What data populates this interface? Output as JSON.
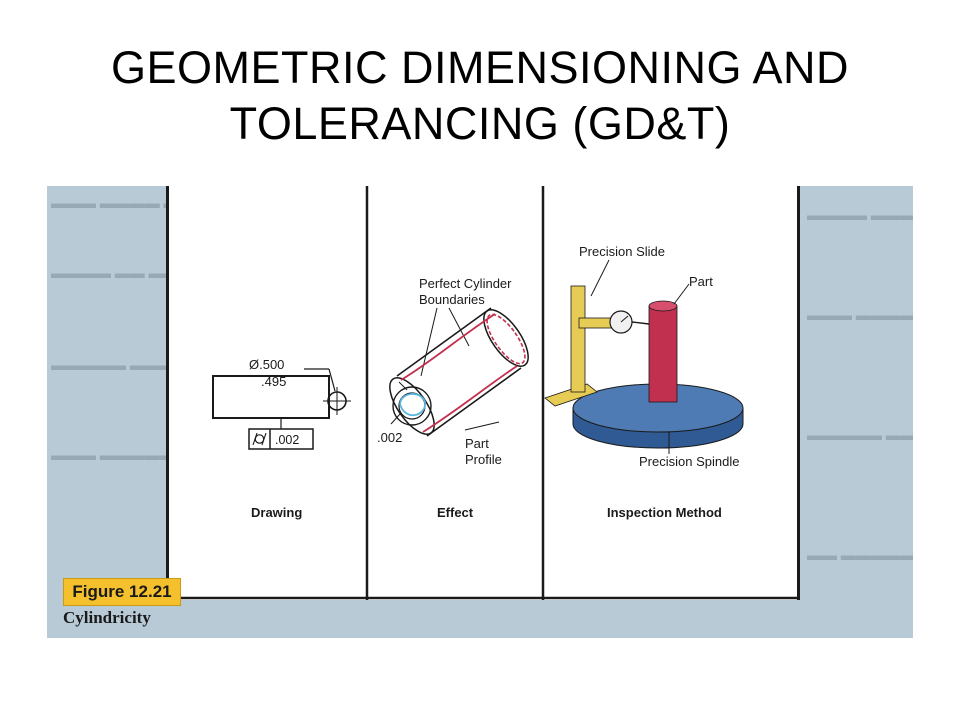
{
  "slide": {
    "title_line1": "GEOMETRIC DIMENSIONING AND",
    "title_line2": "TOLERANCING (GD&T)"
  },
  "figure": {
    "label": "Figure 12.21",
    "caption": "Cylindricity",
    "panels": {
      "drawing": "Drawing",
      "effect": "Effect",
      "inspection": "Inspection Method"
    },
    "drawing": {
      "dim_upper": "Ø.500",
      "dim_lower": ".495",
      "fcf_value": ".002"
    },
    "effect": {
      "boundaries_label_1": "Perfect Cylinder",
      "boundaries_label_2": "Boundaries",
      "tolerance_value": ".002",
      "profile_label_1": "Part",
      "profile_label_2": "Profile"
    },
    "inspection": {
      "slide_label": "Precision Slide",
      "part_label": "Part",
      "spindle_label": "Precision Spindle"
    }
  },
  "colors": {
    "scan_background": "#b9cad7",
    "figure_label": "#f4c12d",
    "part_red": "#c2304f",
    "spindle_blue": "#4f7bb5",
    "slide_yellow": "#e6cc55",
    "profile_cyan": "#5bb6e0"
  }
}
